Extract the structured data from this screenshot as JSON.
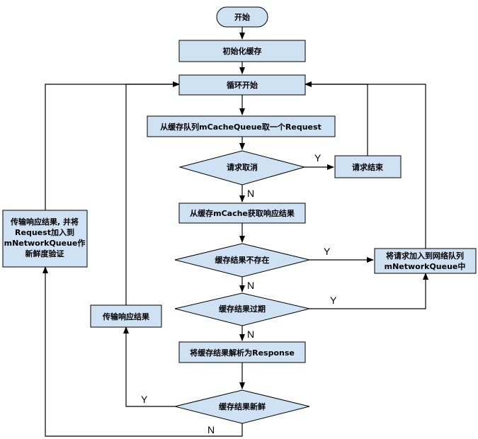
{
  "nodes": {
    "start": "开始",
    "init_cache": "初始化缓存",
    "loop_start": "循环开始",
    "take_request": "从缓存队列mCacheQueue取一个Request",
    "request_cancelled": "请求取消",
    "request_end": "请求结束",
    "get_from_cache": "从缓存mCache获取响应结果",
    "cache_missing": "缓存结果不存在",
    "add_to_network": [
      "将请求加入到网络队列",
      "mNetworkQueue中"
    ],
    "cache_expired": "缓存结果过期",
    "parse_response": "将缓存结果解析为Response",
    "cache_fresh": "缓存结果新鲜",
    "deliver_response": "传输响应结果",
    "deliver_and_refresh": [
      "传输响应结果, 并将",
      "Request加入到",
      "mNetworkQueue作",
      "新鲜度验证"
    ]
  },
  "edge_labels": {
    "cancelled_yes": "Y",
    "cancelled_no": "N",
    "missing_yes": "Y",
    "missing_no": "N",
    "expired_yes": "Y",
    "expired_no": "N",
    "fresh_yes": "Y",
    "fresh_no": "N"
  }
}
